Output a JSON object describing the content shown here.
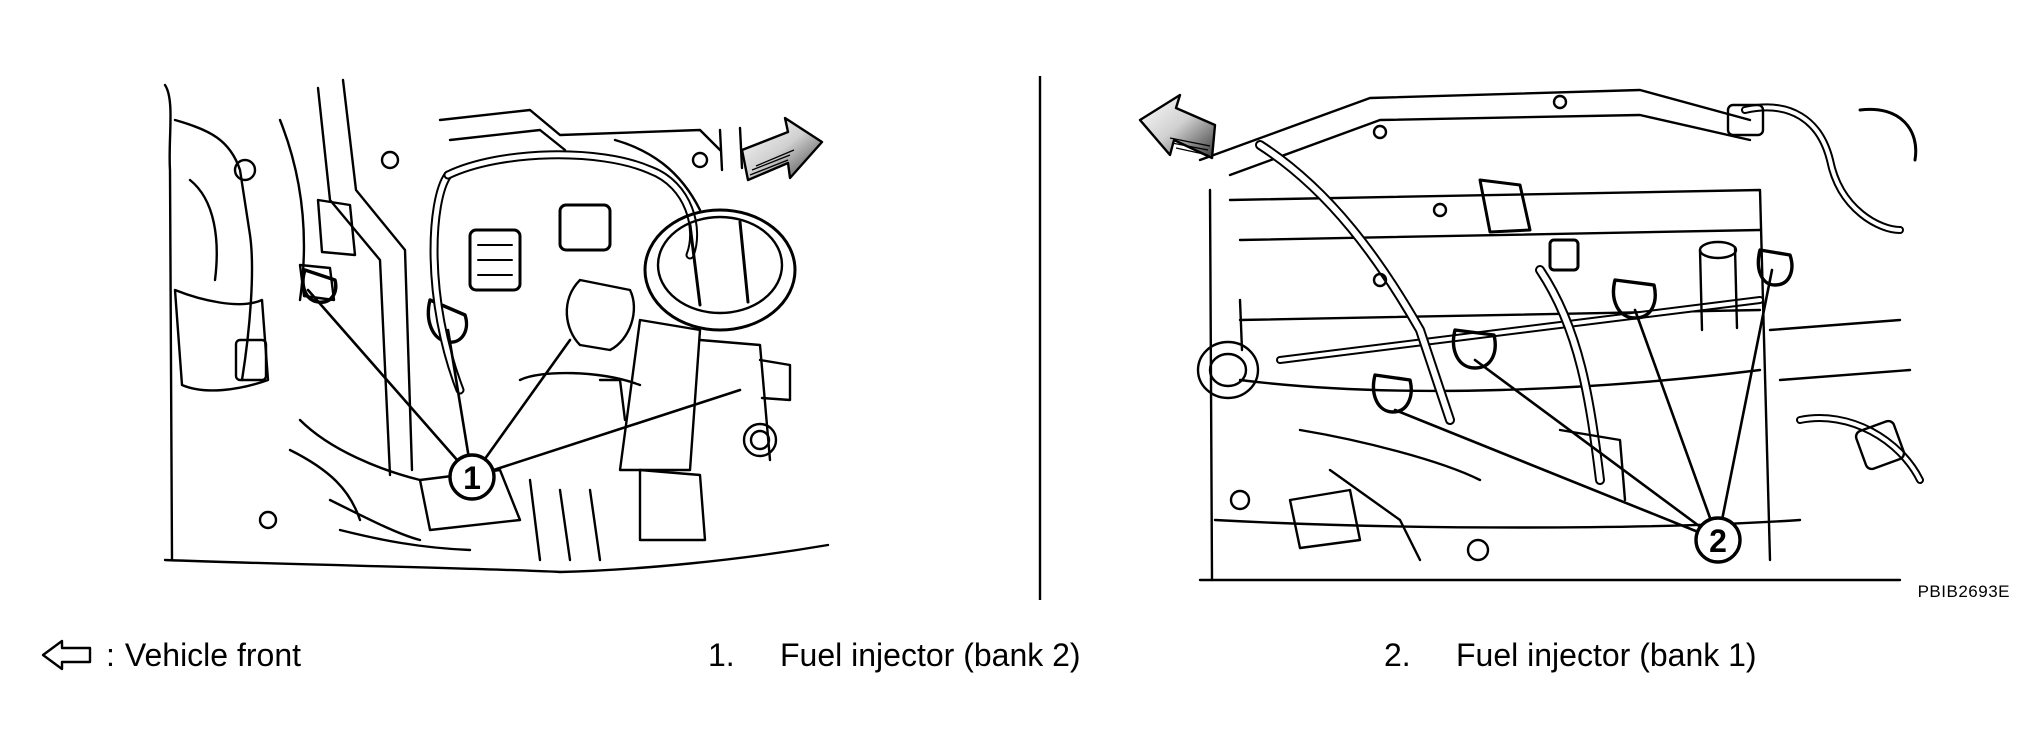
{
  "figure_code": "PBIB2693E",
  "callouts": {
    "left": "1",
    "right": "2"
  },
  "legend": {
    "front_arrow": {
      "icon": "hollow-left-arrow-icon",
      "label": "Vehicle front"
    },
    "items": [
      {
        "number": "1.",
        "label": "Fuel injector (bank 2)"
      },
      {
        "number": "2.",
        "label": "Fuel injector (bank 1)"
      }
    ]
  }
}
